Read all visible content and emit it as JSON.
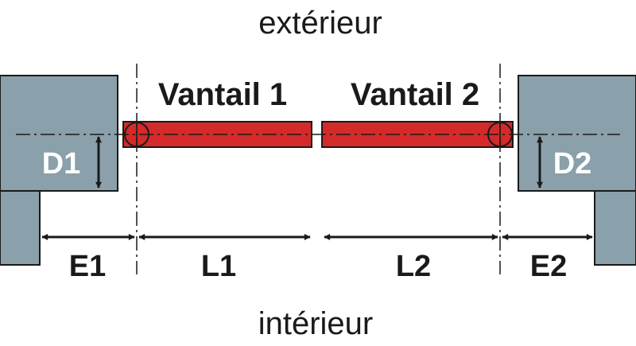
{
  "labels": {
    "exterior": "extérieur",
    "interior": "intérieur",
    "leaf_1": "Vantail 1",
    "leaf_2": "Vantail 2",
    "d1": "D1",
    "d2": "D2",
    "e1": "E1",
    "e2": "E2",
    "l1": "L1",
    "l2": "L2"
  },
  "colors": {
    "wall": "#8aa0aa",
    "leaf": "#d42a2a",
    "stroke": "#1a1a1a",
    "label_on_wall": "#ffffff"
  }
}
